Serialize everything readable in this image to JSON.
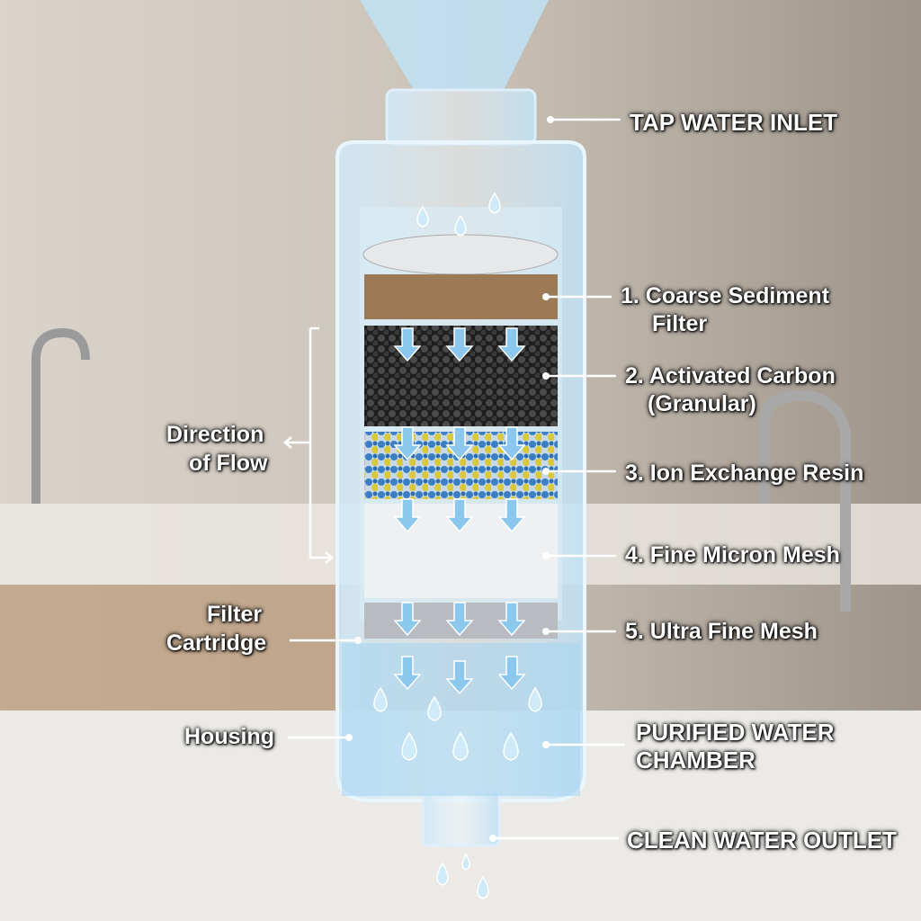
{
  "labels": {
    "tap_inlet": "TAP WATER INLET",
    "layer1_line1": "1. Coarse Sediment",
    "layer1_line2": "Filter",
    "layer2_line1": "2. Activated Carbon",
    "layer2_line2": "(Granular)",
    "layer3": "3. Ion Exchange Resin",
    "layer4": "4. Fine Micron Mesh",
    "layer5": "5. Ultra Fine Mesh",
    "flow_line1": "Direction",
    "flow_line2": "of Flow",
    "cartridge_line1": "Filter",
    "cartridge_line2": "Cartridge",
    "housing": "Housing",
    "purified_line1": "PURIFIED WATER",
    "purified_line2": "CHAMBER",
    "outlet": "CLEAN WATER OUTLET"
  },
  "colors": {
    "water": "#a9d6f0",
    "sediment": "#9c7a55",
    "carbon": "#2a2a2a",
    "resin_blue": "#3a7fc4",
    "resin_yellow": "#d9c83a",
    "mesh": "#eef0f2",
    "arrow": "#8cc8ee"
  }
}
